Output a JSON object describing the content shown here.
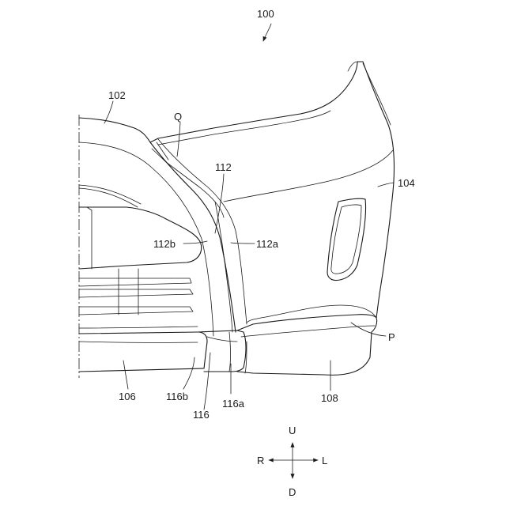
{
  "figure": {
    "reference_numerals": {
      "assembly": "100",
      "upper_panel": "102",
      "side_panel": "104",
      "lower_left_panel": "106",
      "lower_right_panel": "108",
      "garnish": "112",
      "garnish_right_face": "112a",
      "garnish_left_face": "112b",
      "lower_garnish": "116",
      "lower_garnish_right": "116a",
      "lower_garnish_left": "116b",
      "point_q": "Q",
      "point_p": "P"
    },
    "orientation": {
      "up": "U",
      "down": "D",
      "right": "R",
      "left": "L"
    }
  }
}
